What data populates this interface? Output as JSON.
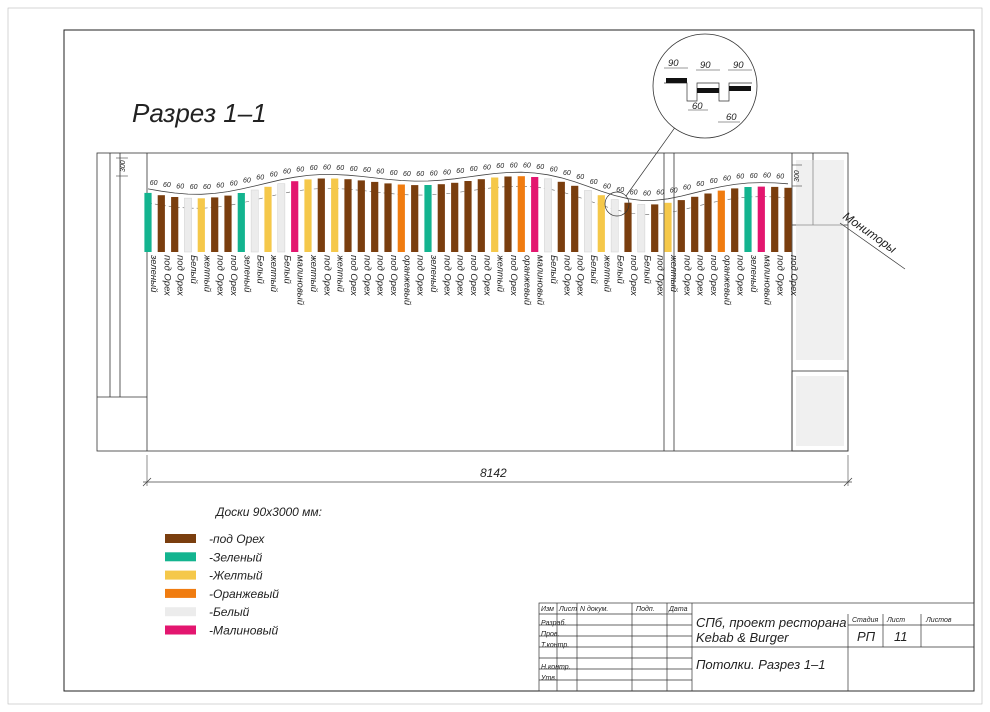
{
  "title": "Разрез 1–1",
  "section_width_label": "8142",
  "left_offset_label": "300",
  "right_offset_label": "300",
  "spacing_label": "60",
  "monitors_label": "Мониторы",
  "detail": {
    "a": "90",
    "b": "90",
    "c": "90",
    "gap1": "60",
    "gap2": "60"
  },
  "legend_title": "Доски 90х3000 мм:",
  "legend": [
    {
      "label": "-под Орех",
      "color": "#7a3e0e"
    },
    {
      "label": "-Зеленый",
      "color": "#13b48f"
    },
    {
      "label": "-Желтый",
      "color": "#f5c84a"
    },
    {
      "label": "-Оранжевый",
      "color": "#f07c10"
    },
    {
      "label": "-Белый",
      "color": "#ececec"
    },
    {
      "label": "-Малиновый",
      "color": "#e3166f"
    }
  ],
  "palette": {
    "oreh": "#7a3e0e",
    "zel": "#13b48f",
    "zhel": "#f5c84a",
    "oranzh": "#f07c10",
    "bel": "#ececec",
    "malin": "#e3166f"
  },
  "color_names": {
    "oreh": "под Орех",
    "zel": "зеленый",
    "zhel": "желтый",
    "oranzh": "оранжевый",
    "bel": "Белый",
    "malin": "малиновый"
  },
  "boards": [
    "zel",
    "oreh",
    "oreh",
    "bel",
    "zhel",
    "oreh",
    "oreh",
    "zel",
    "bel",
    "zhel",
    "bel",
    "malin",
    "zhel",
    "oreh",
    "zhel",
    "oreh",
    "oreh",
    "oreh",
    "oreh",
    "oranzh",
    "oreh",
    "zel",
    "oreh",
    "oreh",
    "oreh",
    "oreh",
    "zhel",
    "oreh",
    "oranzh",
    "malin",
    "bel",
    "oreh",
    "oreh",
    "bel",
    "zhel",
    "bel",
    "oreh",
    "bel",
    "oreh",
    "zhel",
    "oreh",
    "oreh",
    "oreh",
    "oranzh",
    "oreh",
    "zel",
    "malin",
    "oreh",
    "oreh"
  ],
  "title_block": {
    "project": "СПб, проект ресторана",
    "project2": "Kebab & Burger",
    "sheet_title": "Потолки. Разрез 1–1",
    "stage_header": "Стадия",
    "sheet_header": "Лист",
    "sheets_header": "Листов",
    "stage": "РП",
    "sheet_no": "11",
    "columns": [
      "Изм",
      "Лист",
      "N докум.",
      "Подп.",
      "Дата"
    ],
    "rows": [
      "Разраб.",
      "Пров.",
      "Т.контр.",
      "",
      "Н.контр.",
      "Утв."
    ]
  }
}
